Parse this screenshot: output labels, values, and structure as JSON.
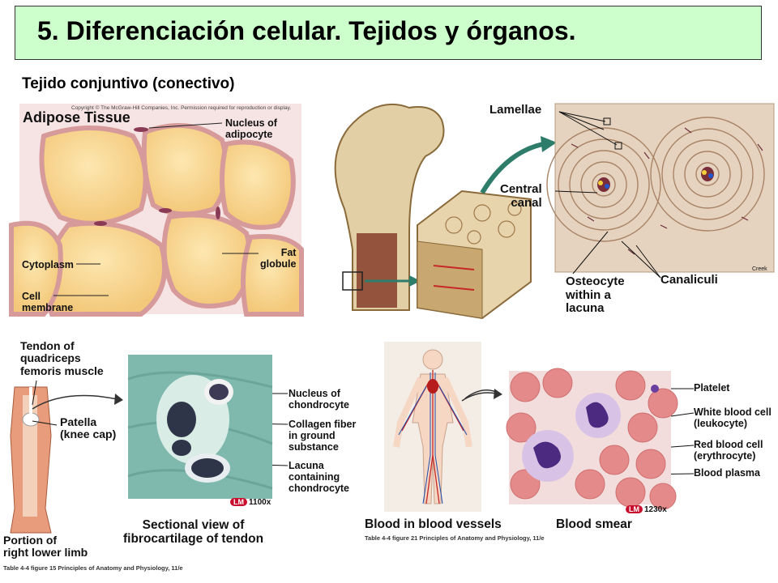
{
  "slide": {
    "title": "5. Diferenciación celular. Tejidos y órganos.",
    "subtitle": "Tejido conjuntivo (conectivo)"
  },
  "adipose": {
    "heading": "Adipose Tissue",
    "copyright": "Copyright © The McGraw-Hill Companies, Inc. Permission required for reproduction or display.",
    "nucleus": "Nucleus of\nadipocyte",
    "fat": "Fat\nglobule",
    "cytoplasm": "Cytoplasm",
    "membrane": "Cell\nmembrane"
  },
  "bone": {
    "lamellae": "Lamellae",
    "central": "Central\ncanal",
    "osteocyte": "Osteocyte\nwithin a\nlacuna",
    "canaliculi": "Canaliculi",
    "credit": "Creek"
  },
  "cartilage": {
    "tendon": "Tendon of\nquadriceps\nfemoris muscle",
    "patella": "Patella\n(knee cap)",
    "portion": "Portion of\nright lower limb",
    "nucleus": "Nucleus of\nchondrocyte",
    "collagen": "Collagen fiber\nin ground\nsubstance",
    "lacuna": "Lacuna\ncontaining\nchondrocyte",
    "lm_tag": "LM",
    "lm_mag": "1100x",
    "caption": "Sectional view of\nfibrocartilage of tendon",
    "ref": "Table 4-4 figure 15  Principles of Anatomy and Physiology, 11/e"
  },
  "blood": {
    "platelet": "Platelet",
    "wbc": "White blood cell\n(leukocyte)",
    "rbc": "Red blood cell\n(erythrocyte)",
    "plasma": "Blood plasma",
    "lm_tag": "LM",
    "lm_mag": "1230x",
    "vessels_caption": "Blood in blood vessels",
    "smear_caption": "Blood smear",
    "ref": "Table 4-4 figure 21  Principles of Anatomy and Physiology, 11/e"
  }
}
